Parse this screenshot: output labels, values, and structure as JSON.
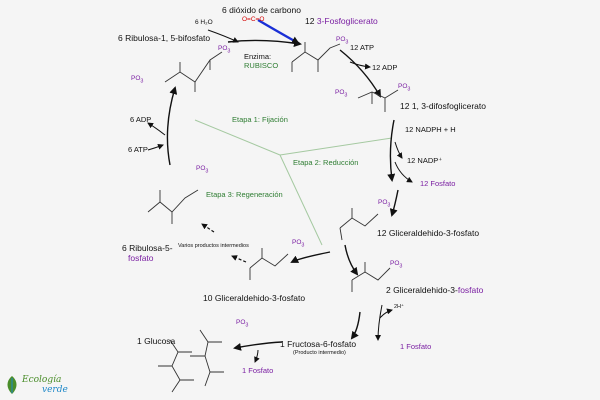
{
  "title": "Ciclo de Calvin",
  "labels": {
    "co2": "6 dióxido de carbono",
    "h2o": "6 H₂O",
    "ribulosa_bis": "6 Ribulosa-1, 5-bifosfato",
    "enzima": "Enzima:",
    "rubisco": "RUBISCO",
    "fosfoglicerato_num": "12",
    "fosfoglicerato_name": "3-Fosfoglicerato",
    "atp_12": "12 ATP",
    "adp_12": "12 ADP",
    "difosfoglicerato": "12  1, 3-difosfoglicerato",
    "nadph": "12 NADPH + H",
    "nadp": "12 NADP⁺",
    "fosfato_12": "12 Fosfato",
    "gliceraldehido_12": "12  Gliceraldehido-3-fosfato",
    "gliceraldehido_2_black": "2 Gliceraldehido-3-",
    "gliceraldehido_2_purple": "fosfato",
    "h_plus": "2H⁺",
    "fosfato_1a": "1 Fosfato",
    "fructosa": "1 Fructosa-6-fosfato",
    "producto_intermedio": "(Producto intermedio)",
    "glucosa": "1 Glucosa",
    "fosfato_1b": "1 Fosfato",
    "gliceraldehido_10": "10 Gliceraldehido-3-fosfato",
    "varios": "Varios productos intermedios",
    "ribulosa_5_line1": "6 Ribulosa-5-",
    "ribulosa_5_line2": "fosfato",
    "atp_6": "6 ATP",
    "adp_6": "6 ADP",
    "etapa1": "Etapa 1: Fijación",
    "etapa2": "Etapa 2: Reducción",
    "etapa3": "Etapa 3: Regeneración",
    "po3": "PO",
    "po3_sub": "3"
  },
  "logo": {
    "line1": "Ecología",
    "line2": "verde"
  },
  "colors": {
    "black_arrow": "#111111",
    "blue_arrow": "#1a2fd6",
    "green_text": "#2e7d32",
    "purple_text": "#7a1fa2",
    "divider": "#a5c9a1",
    "oxygen": "#d40000",
    "logo_green": "#4a8d2a",
    "logo_blue": "#1e88c8"
  }
}
